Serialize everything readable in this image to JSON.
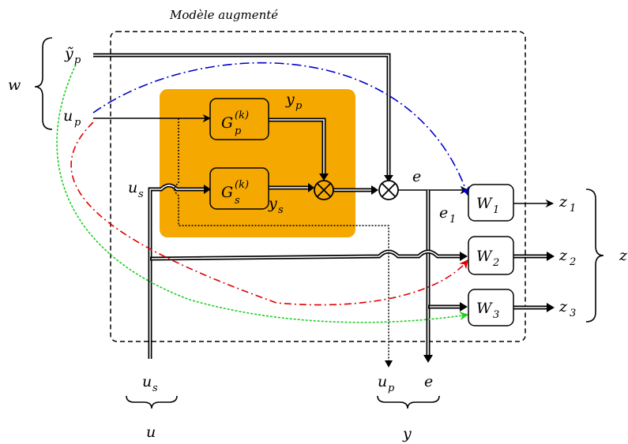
{
  "diagram": {
    "title": "Modèle augmenté",
    "group_w": "w",
    "group_z": "z",
    "group_u": "u",
    "group_y": "y",
    "inputs": {
      "yp_tilde": {
        "base": "ỹ",
        "sub": "p"
      },
      "up": {
        "base": "u",
        "sub": "p"
      },
      "us": {
        "base": "u",
        "sub": "s"
      }
    },
    "blocks": {
      "gp": {
        "base": "G",
        "sub": "p",
        "sup": "(k)"
      },
      "gs": {
        "base": "G",
        "sub": "s",
        "sup": "(k)"
      },
      "w1": {
        "base": "W",
        "sub": "1"
      },
      "w2": {
        "base": "W",
        "sub": "2"
      },
      "w3": {
        "base": "W",
        "sub": "3"
      }
    },
    "signals": {
      "yp": {
        "base": "y",
        "sub": "p"
      },
      "ys": {
        "base": "y",
        "sub": "s"
      },
      "e": "e",
      "e1": {
        "base": "e",
        "sub": "1"
      },
      "z1": {
        "base": "z",
        "sub": "1"
      },
      "z2": {
        "base": "z",
        "sub": "2"
      },
      "z3": {
        "base": "z",
        "sub": "3"
      }
    },
    "outputs": {
      "us": {
        "base": "u",
        "sub": "s"
      },
      "up": {
        "base": "u",
        "sub": "p"
      },
      "e": "e"
    },
    "colors": {
      "plant_region": "#F5A800",
      "blue_curve": "#0000CC",
      "red_curve": "#E00000",
      "green_curve": "#22CC22"
    }
  }
}
